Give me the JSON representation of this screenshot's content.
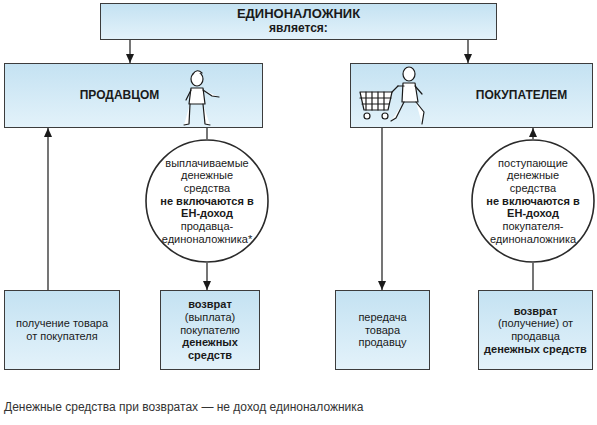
{
  "diagram": {
    "caption": "Денежные средства при возвратах — не доход единоналожника",
    "nodes": [
      {
        "text": [
          "ЕДИНОНАЛОЖНИК",
          "является:"
        ]
      },
      {
        "text": [
          "ПРОДАВЦОМ"
        ]
      },
      {
        "text": [
          "ПОКУПАТЕЛЕМ"
        ]
      },
      {
        "text": [
          "выплачиваемые денежные средства",
          "не включаются в ЕН-доход",
          "продавца-единоналожника*"
        ]
      },
      {
        "text": [
          "поступающие денежные средства",
          "не включаются в ЕН-доход",
          "покупателя-единоналожника"
        ]
      },
      {
        "text": [
          "получение товара от покупателя"
        ]
      },
      {
        "text": [
          "возврат",
          "(выплата) покупателю",
          "денежных средств"
        ]
      },
      {
        "text": [
          "передача товара продавцу"
        ]
      },
      {
        "text": [
          "возврат",
          "(получение) от продавца",
          "денежных средств"
        ]
      }
    ],
    "edges": [
      {
        "from": 0,
        "to": 1,
        "arrow": "to"
      },
      {
        "from": 0,
        "to": 2,
        "arrow": "to"
      },
      {
        "from": 5,
        "to": 1,
        "arrow": "to"
      },
      {
        "from": 1,
        "to": 3,
        "arrow": "none"
      },
      {
        "from": 3,
        "to": 6,
        "arrow": "to"
      },
      {
        "from": 2,
        "to": 7,
        "arrow": "to"
      },
      {
        "from": 8,
        "to": 4,
        "arrow": "none"
      },
      {
        "from": 4,
        "to": 2,
        "arrow": "to"
      }
    ]
  }
}
